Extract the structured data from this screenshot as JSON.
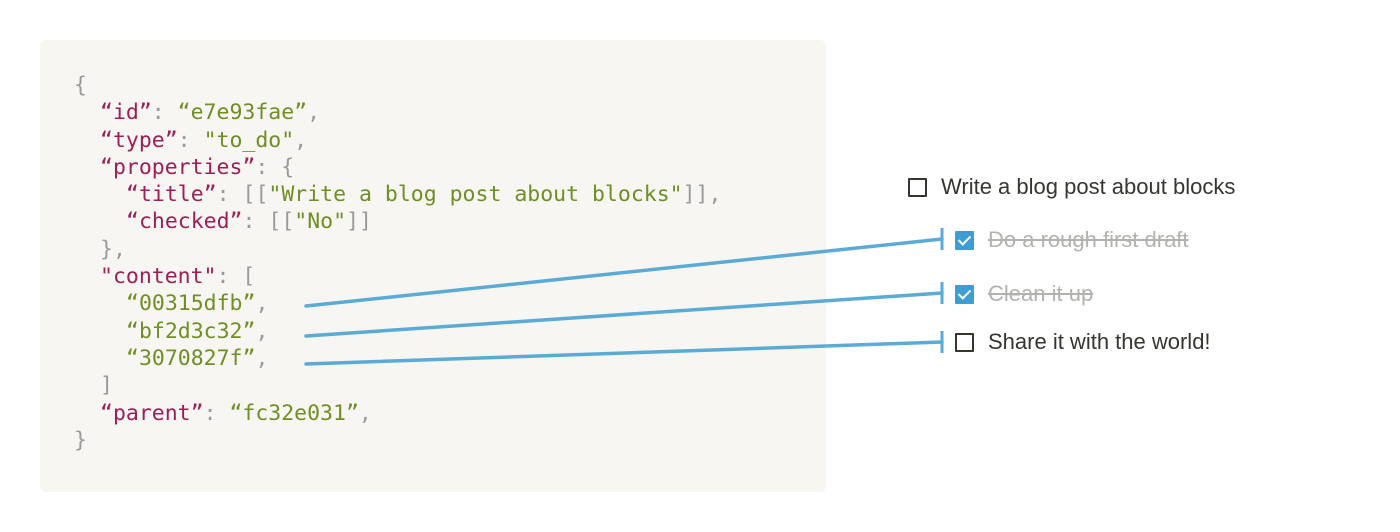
{
  "code_lines": [
    {
      "indent": 0,
      "parts": [
        {
          "t": "{",
          "c": "p"
        }
      ]
    },
    {
      "indent": 1,
      "parts": [
        {
          "t": "“id”",
          "c": "k"
        },
        {
          "t": ": ",
          "c": "p"
        },
        {
          "t": "“e7e93fae”",
          "c": "s"
        },
        {
          "t": ",",
          "c": "p"
        }
      ]
    },
    {
      "indent": 1,
      "parts": [
        {
          "t": "“type”",
          "c": "k"
        },
        {
          "t": ": ",
          "c": "p"
        },
        {
          "t": "\"to_do\"",
          "c": "s"
        },
        {
          "t": ",",
          "c": "p"
        }
      ]
    },
    {
      "indent": 1,
      "parts": [
        {
          "t": "“properties”",
          "c": "k"
        },
        {
          "t": ": {",
          "c": "p"
        }
      ]
    },
    {
      "indent": 2,
      "parts": [
        {
          "t": "“title”",
          "c": "k"
        },
        {
          "t": ": [[",
          "c": "p"
        },
        {
          "t": "\"Write a blog post about blocks\"",
          "c": "s"
        },
        {
          "t": "]],",
          "c": "p"
        }
      ]
    },
    {
      "indent": 2,
      "parts": [
        {
          "t": "“checked”",
          "c": "k"
        },
        {
          "t": ": [[",
          "c": "p"
        },
        {
          "t": "\"No\"",
          "c": "s"
        },
        {
          "t": "]]",
          "c": "p"
        }
      ]
    },
    {
      "indent": 1,
      "parts": [
        {
          "t": "},",
          "c": "p"
        }
      ]
    },
    {
      "indent": 1,
      "parts": [
        {
          "t": "\"content\"",
          "c": "k"
        },
        {
          "t": ": [",
          "c": "p"
        }
      ]
    },
    {
      "indent": 2,
      "parts": [
        {
          "t": "“00315dfb”",
          "c": "s"
        },
        {
          "t": ",",
          "c": "p"
        }
      ]
    },
    {
      "indent": 2,
      "parts": [
        {
          "t": "“bf2d3c32”",
          "c": "s"
        },
        {
          "t": ",",
          "c": "p"
        }
      ]
    },
    {
      "indent": 2,
      "parts": [
        {
          "t": "“3070827f”",
          "c": "s"
        },
        {
          "t": ",",
          "c": "p"
        }
      ]
    },
    {
      "indent": 1,
      "parts": [
        {
          "t": "]",
          "c": "p"
        }
      ]
    },
    {
      "indent": 1,
      "parts": [
        {
          "t": "“parent”",
          "c": "k"
        },
        {
          "t": ": ",
          "c": "p"
        },
        {
          "t": "“fc32e031”",
          "c": "s"
        },
        {
          "t": ",",
          "c": "p"
        }
      ]
    },
    {
      "indent": 0,
      "parts": [
        {
          "t": "}",
          "c": "p"
        }
      ]
    }
  ],
  "todos": {
    "parent": {
      "label": "Write a blog post about blocks",
      "checked": false
    },
    "child1": {
      "label": "Do a rough first draft",
      "checked": true
    },
    "child2": {
      "label": "Clean it up",
      "checked": true
    },
    "child3": {
      "label": "Share it with the world!",
      "checked": false
    }
  },
  "colors": {
    "connector": "#5aabd6",
    "checkbox_checked": "#3d9ed6",
    "json_key": "#9e1f55",
    "json_string": "#6f8f24",
    "code_background": "#f7f6f3"
  }
}
